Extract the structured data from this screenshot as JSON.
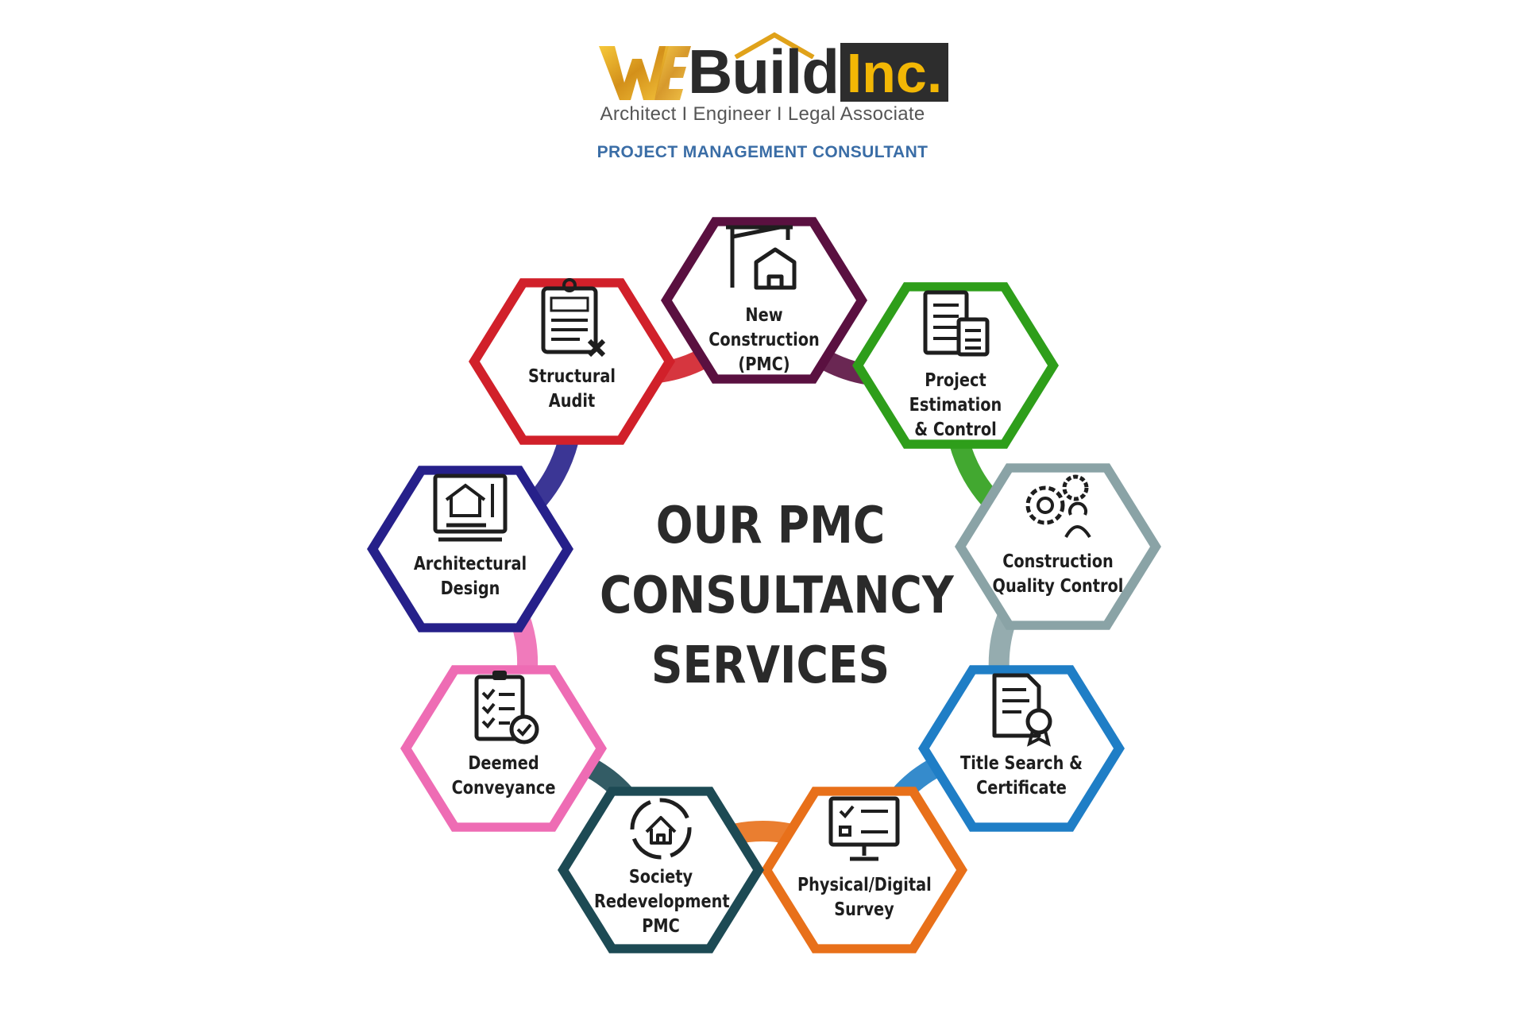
{
  "header": {
    "logo_mark": "WE",
    "logo_word": "Build",
    "logo_inc": "Inc.",
    "tagline": "Architect I Engineer I Legal Associate",
    "subtitle": "PROJECT MANAGEMENT CONSULTANT"
  },
  "center": {
    "line1": "OUR PMC",
    "line2": "CONSULTANCY",
    "line3": "SERVICES"
  },
  "services": [
    {
      "label": "New Construction\n(PMC)",
      "icon": "construction-crane-icon",
      "color": "#5a1040"
    },
    {
      "label": "Project Estimation\n& Control",
      "icon": "estimate-calculator-icon",
      "color": "#2e9e1a"
    },
    {
      "label": "Construction\nQuality Control",
      "icon": "quality-gear-engineer-icon",
      "color": "#8aa3a6"
    },
    {
      "label": "Title Search &\nCertificate",
      "icon": "certificate-document-icon",
      "color": "#1f7ec6"
    },
    {
      "label": "Physical/Digital\nSurvey",
      "icon": "survey-monitor-icon",
      "color": "#e8701a"
    },
    {
      "label": "Society\nRedevelopment\nPMC",
      "icon": "redevelopment-house-cycle-icon",
      "color": "#1d4a54"
    },
    {
      "label": "Deemed\nConveyance",
      "icon": "checklist-clipboard-icon",
      "color": "#ee6cb4"
    },
    {
      "label": "Architectural\nDesign",
      "icon": "blueprint-drawing-icon",
      "color": "#26208a"
    },
    {
      "label": "Structural\nAudit",
      "icon": "audit-clipboard-icon",
      "color": "#d1202a"
    }
  ],
  "colors": {
    "logo_gold": "#e0a21a",
    "logo_dark": "#2d2d2d",
    "subtitle_blue": "#3a6da6"
  }
}
